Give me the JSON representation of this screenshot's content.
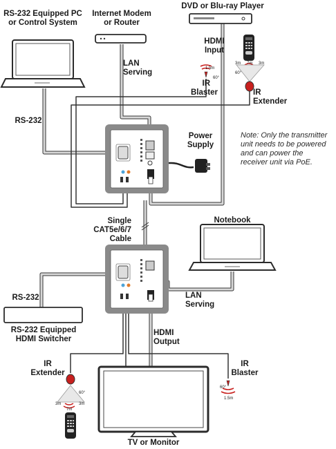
{
  "labels": {
    "pc": "RS-232 Equipped PC\nor Control System",
    "modem": "Internet Modem\nor Router",
    "dvd": "DVD or Blu-ray Player",
    "hdmi_input": "HDMI\nInput",
    "lan_serving_top": "LAN\nServing",
    "ir_blaster_top": "IR\nBlaster",
    "ir_extender_top": "IR\nExtender",
    "rs232_top": "RS-232",
    "power_supply": "Power\nSupply",
    "note": "Note: Only the transmitter unit needs to be powered and can power the receiver unit via PoE.",
    "cable": "Single\nCAT5e/6/7\nCable",
    "notebook": "Notebook",
    "rs232_bottom": "RS-232",
    "lan_serving_bottom": "LAN\nServing",
    "switcher": "RS-232 Equipped\nHDMI Switcher",
    "hdmi_output": "HDMI\nOutput",
    "ir_extender_bottom": "IR\nExtender",
    "ir_blaster_bottom": "IR\nBlaster",
    "tv": "TV or Monitor"
  },
  "ir_specs": {
    "dist_1_5": "1.5m",
    "angle_60": "60°",
    "dist_3": "3m",
    "dist_7": "7m"
  },
  "colors": {
    "cable": "#bfbfbf",
    "device_outline": "#2b2b2b",
    "wall_plate": "#8a8a8a",
    "ir_red": "#c8201e"
  }
}
